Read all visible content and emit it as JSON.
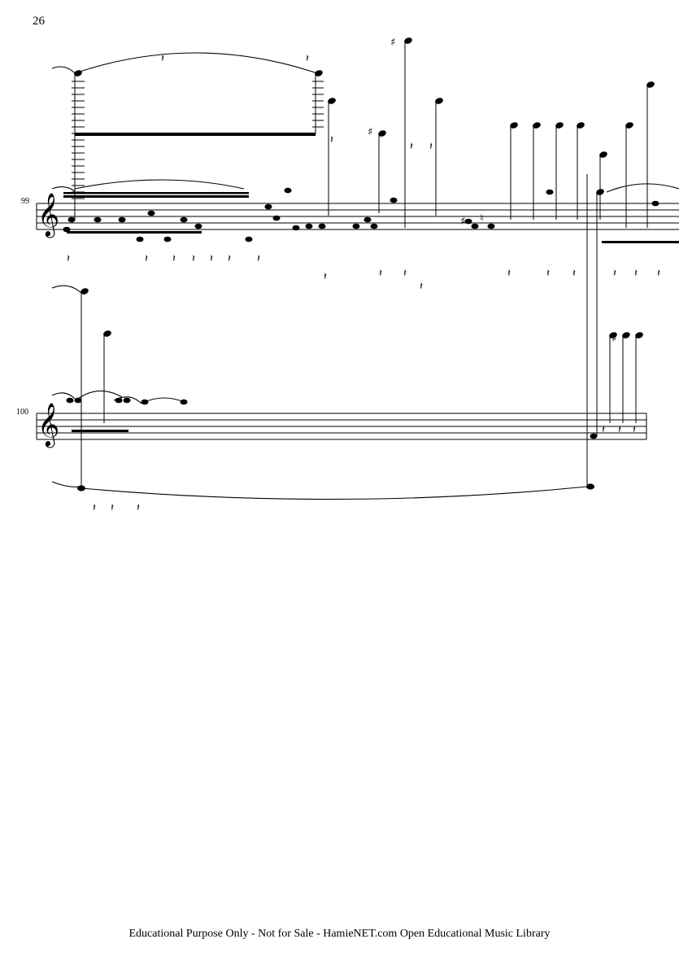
{
  "page": {
    "number": "26",
    "footer": "Educational Purpose Only - Not for Sale - HamieNET.com Open Educational Music Library"
  },
  "systems": [
    {
      "measure_number": "99",
      "clef": "treble-clef"
    },
    {
      "measure_number": "100",
      "clef": "treble-clef"
    }
  ],
  "glyphs": {
    "clef": "𝄞",
    "rest": "𝄽",
    "sharp": "♯",
    "natural": "♮"
  },
  "colors": {
    "ink": "#000000",
    "paper": "#ffffff"
  }
}
